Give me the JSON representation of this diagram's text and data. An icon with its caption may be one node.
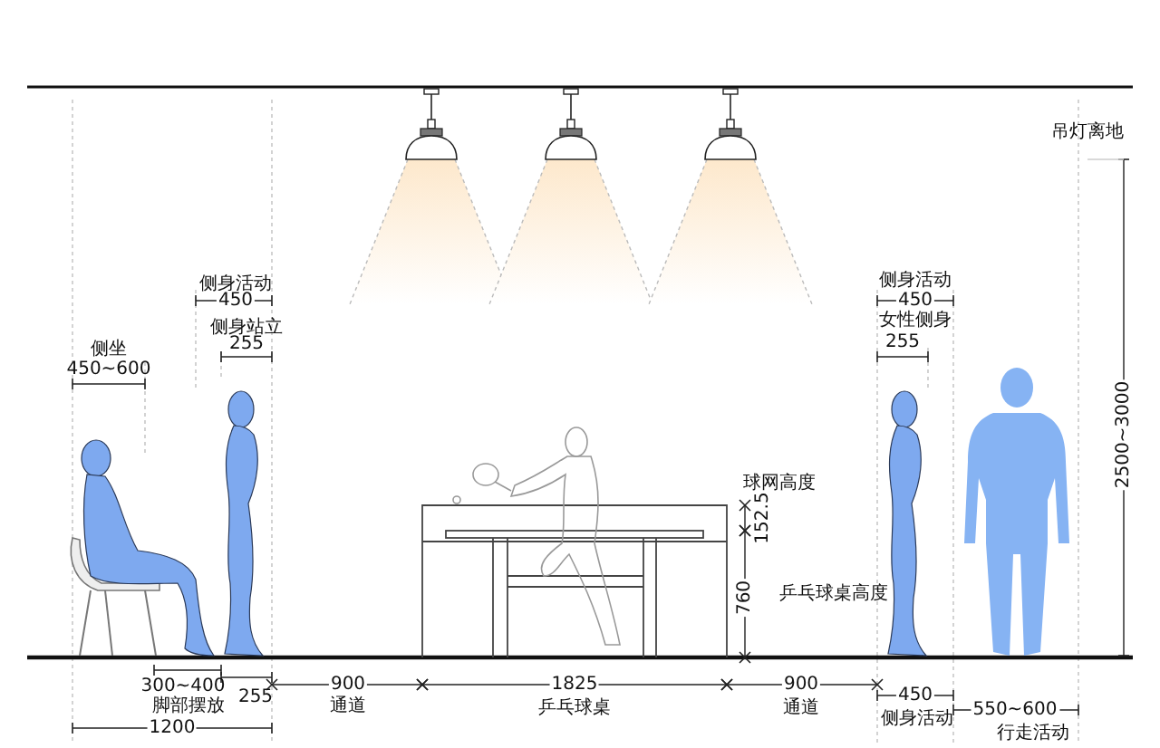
{
  "diagram": {
    "labels": [
      "吊灯离地",
      "侧身活动",
      "450",
      "侧身站立",
      "255",
      "侧坐",
      "450~600",
      "侧身活动",
      "450",
      "女性侧身",
      "255",
      "球网高度",
      "152.5",
      "760",
      "乒乓球桌高度",
      "2500~3000",
      "300~400",
      "脚部摆放",
      "255",
      "900",
      "通道",
      "1825",
      "乒乓球桌",
      "900",
      "通道",
      "450",
      "侧身活动",
      "550~600",
      "行走活动",
      "1200"
    ]
  }
}
